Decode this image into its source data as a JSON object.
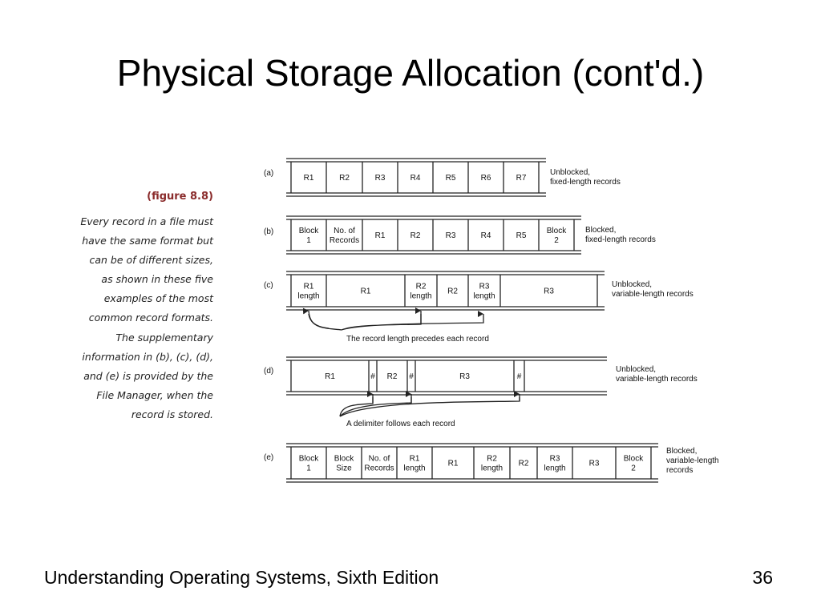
{
  "slide": {
    "title": "Physical Storage Allocation  (cont'd.)",
    "footer": "Understanding Operating Systems, Sixth Edition",
    "page_number": "36"
  },
  "caption": {
    "figure_label": "(figure 8.8)",
    "text": "Every record in a file must\nhave the same format but\ncan be of different sizes,\nas shown in these five\nexamples of the most\ncommon record formats.\nThe supplementary\ninformation in (b), (c), (d),\nand (e) is provided by the\nFile Manager, when the\nrecord is stored."
  },
  "rows": [
    {
      "label": "(a)",
      "cells": [
        [
          "R1"
        ],
        [
          "R2"
        ],
        [
          "R3"
        ],
        [
          "R4"
        ],
        [
          "R5"
        ],
        [
          "R6"
        ],
        [
          "R7"
        ],
        [
          ""
        ]
      ],
      "description": [
        "Unblocked,",
        "fixed-length records"
      ]
    },
    {
      "label": "(b)",
      "cells": [
        [
          "Block",
          "1"
        ],
        [
          "No. of",
          "Records"
        ],
        [
          "R1"
        ],
        [
          "R2"
        ],
        [
          "R3"
        ],
        [
          "R4"
        ],
        [
          "R5"
        ],
        [
          "Block",
          "2"
        ]
      ],
      "description": [
        "Blocked,",
        "fixed-length records"
      ]
    },
    {
      "label": "(c)",
      "cells": [
        [
          "R1",
          "length"
        ],
        [
          "R1"
        ],
        [
          "R2",
          "length"
        ],
        [
          "R2"
        ],
        [
          "R3",
          "length"
        ],
        [
          "R3"
        ]
      ],
      "description": [
        "Unblocked,",
        "variable-length records"
      ]
    },
    {
      "label": "(d)",
      "cells": [
        [
          "R1"
        ],
        [
          "#"
        ],
        [
          "R2"
        ],
        [
          "#"
        ],
        [
          "R3"
        ],
        [
          "#"
        ],
        [
          ""
        ]
      ],
      "description": [
        "Unblocked,",
        "variable-length records"
      ]
    },
    {
      "label": "(e)",
      "cells": [
        [
          "Block",
          "1"
        ],
        [
          "Block",
          "Size"
        ],
        [
          "No. of",
          "Records"
        ],
        [
          "R1",
          "length"
        ],
        [
          "R1"
        ],
        [
          "R2",
          "length"
        ],
        [
          "R2"
        ],
        [
          "R3",
          "length"
        ],
        [
          "R3"
        ],
        [
          "Block",
          "2"
        ]
      ],
      "description": [
        "Blocked,",
        "variable-length",
        "records"
      ]
    }
  ],
  "annotations": {
    "c_note": "The record length precedes each record",
    "d_note": "A delimiter follows each record"
  }
}
